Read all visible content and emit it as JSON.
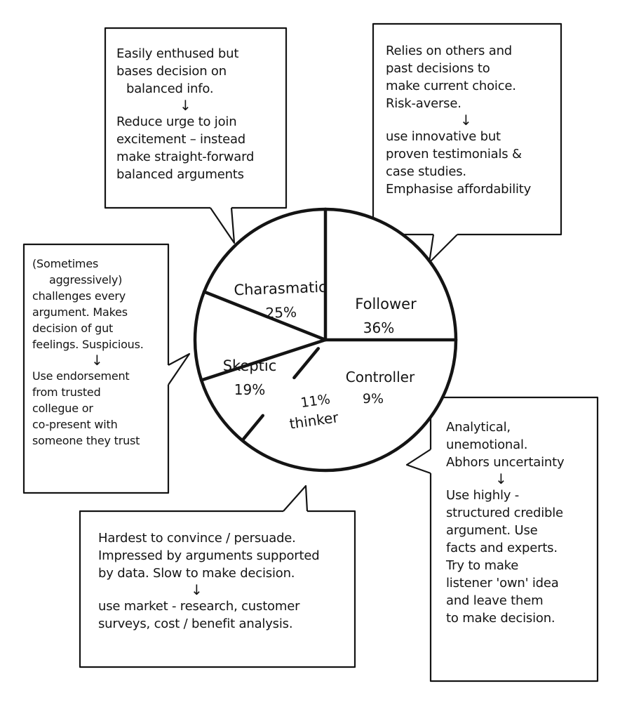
{
  "chart_data": {
    "type": "pie",
    "slices": [
      {
        "name": "Charasmatic",
        "pct_label": "25%",
        "value": 25
      },
      {
        "name": "Follower",
        "pct_label": "36%",
        "value": 36
      },
      {
        "name": "Controller",
        "pct_label": "9%",
        "value": 9
      },
      {
        "name": "Thinker",
        "pct_label": "11%",
        "value": 11
      },
      {
        "name": "Skeptic",
        "pct_label": "19%",
        "value": 19
      }
    ],
    "annotations": [
      {
        "slice": "Charasmatic",
        "lines": [
          "Easily enthused but",
          "bases decision on",
          "balanced info."
        ],
        "arrow": "↓",
        "advice": [
          "Reduce urge to join",
          "excitement – instead",
          "make straight-forward",
          "balanced arguments"
        ]
      },
      {
        "slice": "Follower",
        "lines": [
          "Relies on others and",
          "past decisions to",
          "make current choice.",
          "Risk-averse."
        ],
        "arrow": "↓",
        "advice": [
          "use innovative but",
          "proven testimonials &",
          "case studies.",
          "Emphasise affordability"
        ]
      },
      {
        "slice": "Skeptic",
        "lines": [
          "(Sometimes",
          "aggressively)",
          "challenges every",
          "argument. Makes",
          "decision of gut",
          "feelings. Suspicious."
        ],
        "arrow": "↓",
        "advice": [
          "Use endorsement",
          "from trusted",
          "collegue or",
          "co-present with",
          "someone they trust"
        ]
      },
      {
        "slice": "Thinker",
        "lines": [
          "Hardest to convince / persuade.",
          "Impressed by arguments supported",
          "by data. Slow to make decision."
        ],
        "arrow": "↓",
        "advice": [
          "use market - research, customer",
          "surveys, cost / benefit analysis."
        ]
      },
      {
        "slice": "Controller",
        "lines": [
          "Analytical,",
          "unemotional.",
          "Abhors uncertainty"
        ],
        "arrow": "↓",
        "advice": [
          "Use highly -",
          "structured credible",
          "argument. Use",
          "facts and experts.",
          "Try to make",
          "listener 'own' idea",
          "and leave them",
          "to make decision."
        ]
      }
    ]
  },
  "colors": {
    "ink": "#141414",
    "paper": "#ffffff"
  }
}
